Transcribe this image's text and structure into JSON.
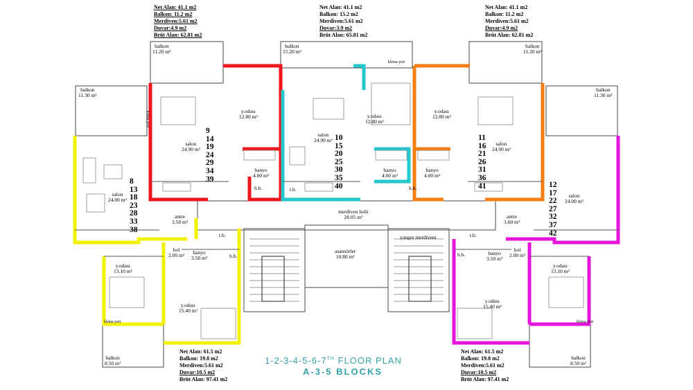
{
  "units": {
    "top_left": [
      "Net Alan: 41.1 m2",
      "Balkon: 11.2 m2",
      "Merdiven:5.61 m2",
      "Duvar:4.9 m2",
      "Brüt Alan: 62.81 m2"
    ],
    "top_mid": [
      "Net Alan: 41.1 m2",
      "Balkon: 15.2 m2",
      "Merdiven:5.61 m2",
      "Duvar:3.9 m2",
      "Brüt Alan: 65.81 m2"
    ],
    "top_right": [
      "Net Alan: 41.1 m2",
      "Balkon: 11.2 m2",
      "Merdiven:5.61 m2",
      "Duvar:4.9 m2",
      "Brüt Alan: 62.81 m2"
    ],
    "bottom_left": [
      "Net Alan: 61.5 m2",
      "Balkon: 19.8 m2",
      "Merdiven:5.61 m2",
      "Duvar:10.5 m2",
      "Brüt Alan: 97.41 m2"
    ],
    "bottom_right": [
      "Net Alan: 61.5 m2",
      "Balkon: 19.8 m2",
      "Merdiven:5.61 m2",
      "Duvar:10.5 m2",
      "Brüt Alan: 97.41 m2"
    ]
  },
  "flat_numbers": {
    "left": [
      "8",
      "13",
      "18",
      "23",
      "28",
      "33",
      "38"
    ],
    "red": [
      "9",
      "14",
      "19",
      "24",
      "29",
      "34",
      "39"
    ],
    "cyan": [
      "10",
      "15",
      "20",
      "25",
      "30",
      "35",
      "40"
    ],
    "orange": [
      "11",
      "16",
      "21",
      "26",
      "31",
      "36",
      "41"
    ],
    "right": [
      "12",
      "17",
      "22",
      "27",
      "32",
      "37",
      "42"
    ]
  },
  "rooms": {
    "balkon_tl_name": "balkon",
    "balkon_tl_area": "11.20 m²",
    "balkon_tm_name": "balkon",
    "balkon_tm_area": "15.20 m²",
    "balkon_tr_name": "balkon",
    "balkon_tr_area": "11.20 m²",
    "balkon_l_name": "balkon",
    "balkon_l_area": "11.30 m²",
    "balkon_r_name": "balkon",
    "balkon_r_area": "11.30 m²",
    "balkon_bl_name": "balkon",
    "balkon_bl_area": "8.50 m²",
    "balkon_br_name": "balkon",
    "balkon_br_area": "8.50 m²",
    "yodasi_red_name": "y.odası",
    "yodasi_red_area": "12.80 m²",
    "yodasi_cyan_name": "y.odası",
    "yodasi_cyan_area": "12.80 m²",
    "yodasi_orange_name": "y.odası",
    "yodasi_orange_area": "12.80 m²",
    "salon_red_name": "salon",
    "salon_red_area": "24.90 m²",
    "salon_cyan_name": "salon",
    "salon_cyan_area": "24.90 m²",
    "salon_orange_name": "salon",
    "salon_orange_area": "24.90 m²",
    "salon_left_name": "salon",
    "salon_left_area": "24.00 m²",
    "salon_right_name": "salon",
    "salon_right_area": "24.00 m²",
    "banyo_red_name": "banyo",
    "banyo_red_area": "4.00 m²",
    "banyo_cyan_name": "banyo",
    "banyo_cyan_area": "4.00 m²",
    "banyo_orange_name": "banyo",
    "banyo_orange_area": "4.00 m²",
    "banyo_bl_name": "banyo",
    "banyo_bl_area": "3.50 m²",
    "banyo_br_name": "banyo",
    "banyo_br_area": "3.50 m²",
    "hb1": "h.b.",
    "tb1": "t.b.",
    "hb2": "h.b.",
    "tb2": "t.b.",
    "tb3": "t.b.",
    "hb3": "h.b.",
    "hb4": "h.b.",
    "merdiven_holu_name": "merdiven holü",
    "merdiven_holu_area": "28.05 m²",
    "antre_l_name": "antre",
    "antre_l_area": "3.50 m²",
    "antre_r_name": "antre",
    "antre_r_area": "3.60 m²",
    "asansor_name": "asansörler",
    "asansor_area": "10.80 m²",
    "yangin": "yangın merdiveni",
    "hol_l_name": "hol",
    "hol_l_area": "2.00 m²",
    "hol_r_name": "hol",
    "hol_r_area": "2.00 m²",
    "yodasi_bl1_name": "y.odası",
    "yodasi_bl1_area": "13.10 m²",
    "yodasi_bl2_name": "y.odası",
    "yodasi_bl2_area": "15.40 m²",
    "yodasi_br1_name": "y.odası",
    "yodasi_br1_area": "15.40 m²",
    "yodasi_br2_name": "y.odası",
    "yodasi_br2_area": "13.10 m²",
    "klima1": "klima yeri",
    "klima2": "klima yeri",
    "klima3": "klima yeri",
    "klima4": "klima yeri"
  },
  "title": {
    "line1": "1-2-3-4-5-6-7",
    "line1_sup": "TH",
    "line1_tail": " FLOOR PLAN",
    "line2": "A-3-5 BLOCKS"
  },
  "colors": {
    "yellow": "#f2f200",
    "red": "#f0141e",
    "cyan": "#23c8cd",
    "orange": "#f57d14",
    "magenta": "#e614dc",
    "title": "#35a2a6",
    "wall": "#333333"
  }
}
